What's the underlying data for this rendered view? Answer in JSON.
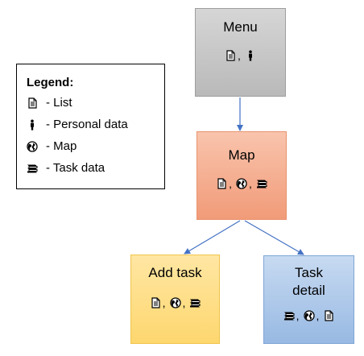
{
  "nodes": {
    "menu": {
      "title": "Menu",
      "icons": [
        "list-icon",
        "person-icon"
      ]
    },
    "map": {
      "title": "Map",
      "icons": [
        "list-icon",
        "globe-icon",
        "books-icon"
      ]
    },
    "add_task": {
      "title": "Add task",
      "icons": [
        "list-icon",
        "globe-icon",
        "books-icon"
      ]
    },
    "task_detail": {
      "title": "Task detail",
      "icons": [
        "books-icon",
        "globe-icon",
        "list-icon"
      ]
    }
  },
  "legend": {
    "title": "Legend:",
    "items": [
      {
        "icon": "list-icon",
        "label": "- List"
      },
      {
        "icon": "person-icon",
        "label": "- Personal data"
      },
      {
        "icon": "globe-icon",
        "label": "- Map"
      },
      {
        "icon": "books-icon",
        "label": "- Task data"
      }
    ]
  },
  "colors": {
    "menu": "#c8c8c8",
    "map": "#f4ad90",
    "add_task": "#fedd88",
    "task_detail": "#afc8ea",
    "arrow": "#4472c4"
  }
}
